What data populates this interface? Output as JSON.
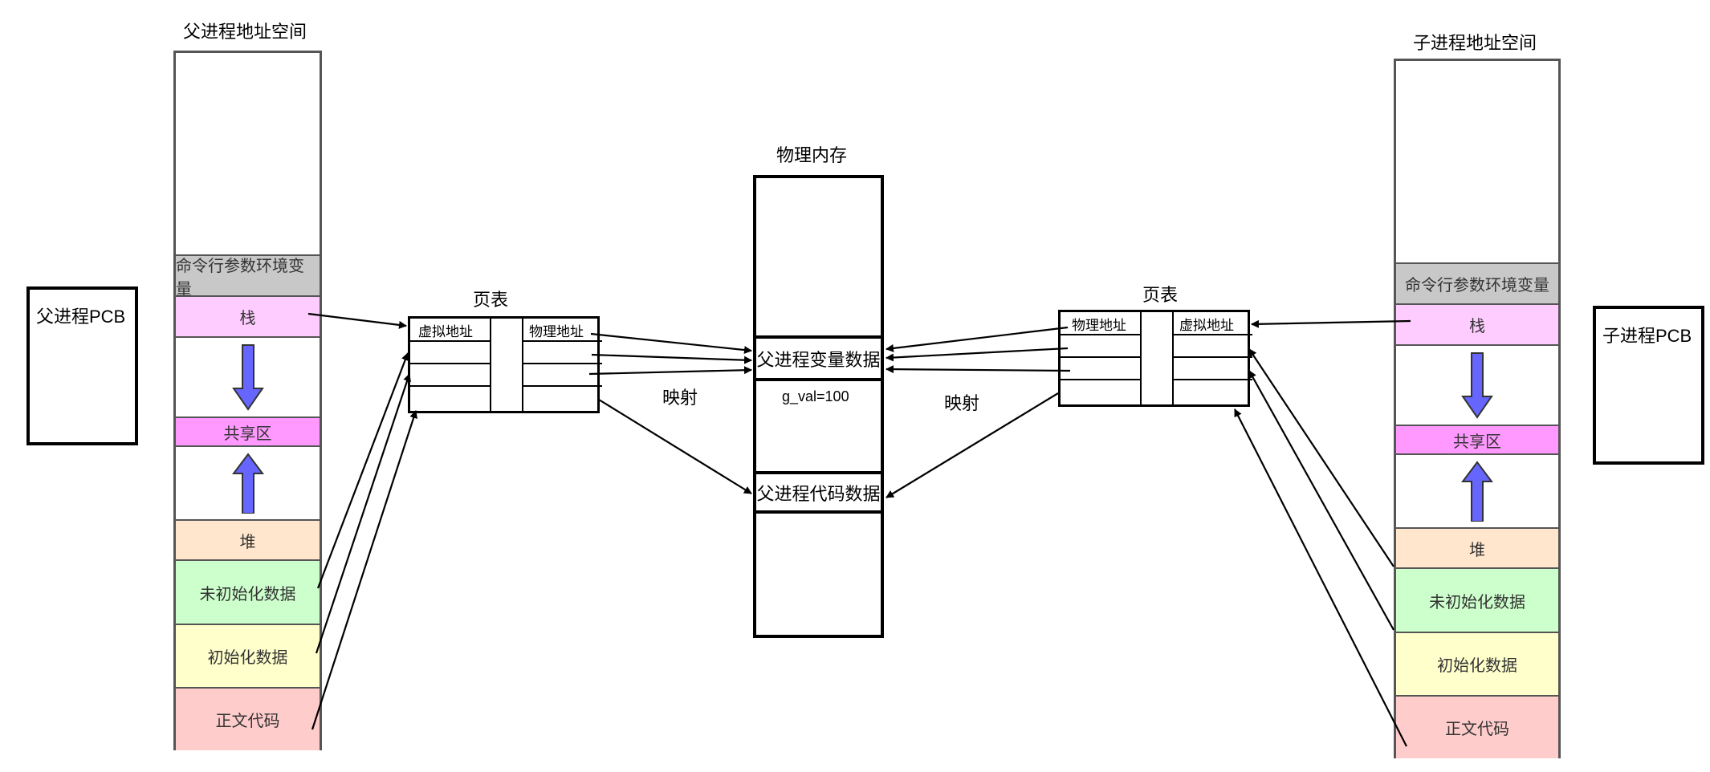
{
  "parent": {
    "title": "父进程地址空间",
    "pcb": "父进程PCB",
    "segments": {
      "env": "命令行参数环境变量",
      "stack": "栈",
      "shared": "共享区",
      "heap": "堆",
      "bss": "未初始化数据",
      "data": "初始化数据",
      "text": "正文代码"
    },
    "page_table": {
      "title": "页表",
      "col_virtual": "虚拟地址",
      "col_physical": "物理地址"
    }
  },
  "child": {
    "title": "子进程地址空间",
    "pcb": "子进程PCB",
    "segments": {
      "env": "命令行参数环境变量",
      "stack": "栈",
      "shared": "共享区",
      "heap": "堆",
      "bss": "未初始化数据",
      "data": "初始化数据",
      "text": "正文代码"
    },
    "page_table": {
      "title": "页表",
      "col_physical": "物理地址",
      "col_virtual": "虚拟地址"
    }
  },
  "memory": {
    "title": "物理内存",
    "var_block": "父进程变量数据",
    "var_value": "g_val=100",
    "code_block": "父进程代码数据"
  },
  "labels": {
    "map_left": "映射",
    "map_right": "映射"
  },
  "colors": {
    "env": "#c8c8c8",
    "stack": "#ffccff",
    "shared": "#ff99ff",
    "heap": "#ffe6cc",
    "bss": "#ccffcc",
    "data": "#ffffcc",
    "text": "#ffcccc",
    "arrow_fill": "#6666ff"
  }
}
